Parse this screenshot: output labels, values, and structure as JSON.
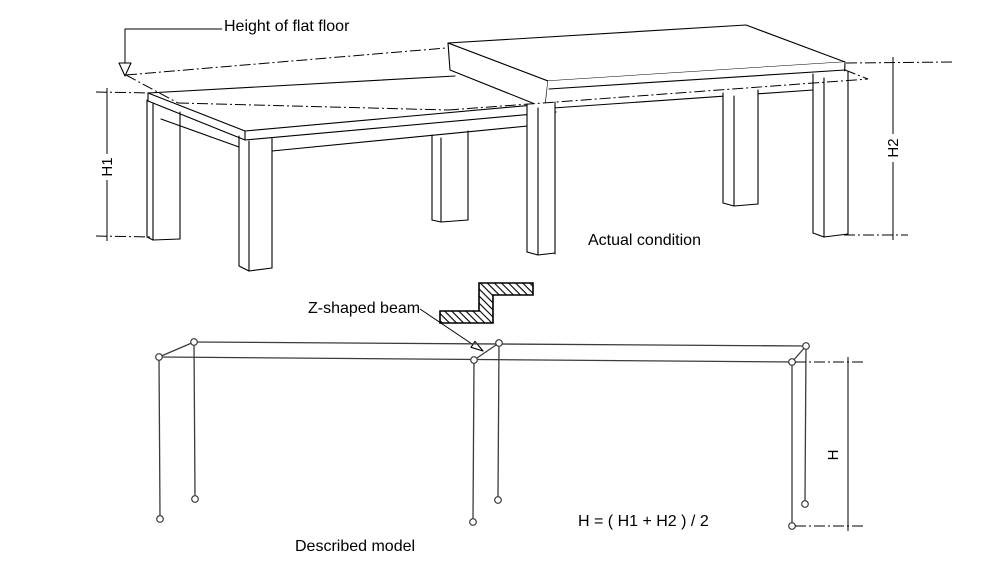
{
  "figure": {
    "floor_label": "Height of flat floor",
    "top_caption": "Actual condition",
    "beam_label": "Z-shaped beam",
    "bottom_caption": "Described model",
    "formula": "H = ( H1 + H2 ) / 2"
  },
  "dimensions": {
    "left_table_height": "H1",
    "right_table_height": "H2",
    "model_height": "H"
  },
  "colors": {
    "line": "#000000",
    "model_line": "#3c3c3c",
    "background": "#ffffff"
  }
}
